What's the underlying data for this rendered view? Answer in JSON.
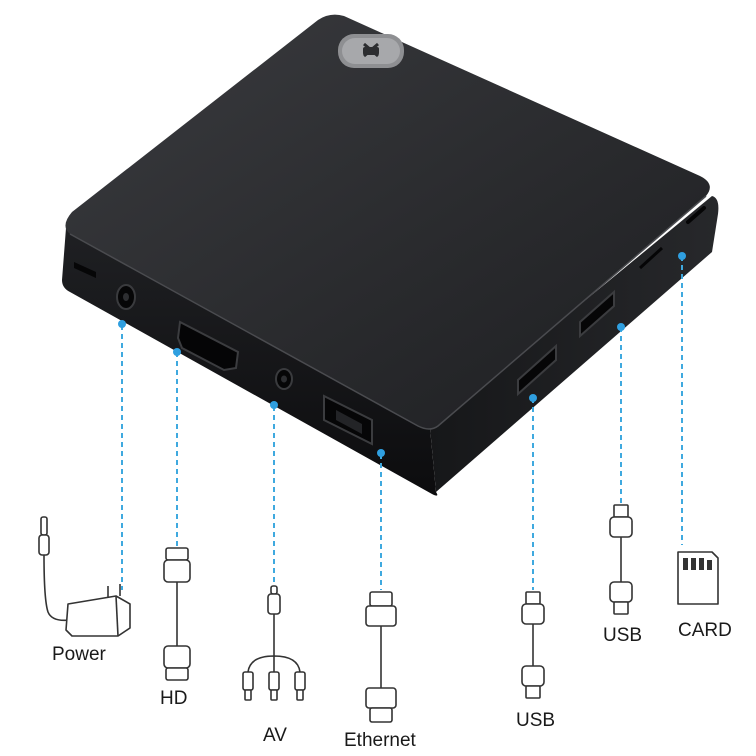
{
  "labels": {
    "power": "Power",
    "hd": "HD",
    "av": "AV",
    "ethernet": "Ethernet",
    "usb_front": "USB",
    "usb_side": "USB",
    "card": "CARD"
  },
  "colors": {
    "device_top": "#2b2c2f",
    "device_side": "#141416",
    "guide_line": "#3fa9df",
    "guide_dot": "#2f9fe0",
    "cable_outline": "#333333"
  },
  "icons": {
    "logo": "android-logo-icon",
    "power_cable": "power-adapter-icon",
    "hd_cable": "hdmi-cable-icon",
    "av_cable": "av-cable-icon",
    "ethernet_cable": "ethernet-cable-icon",
    "usb_cable": "usb-cable-icon",
    "card": "sd-card-icon"
  }
}
